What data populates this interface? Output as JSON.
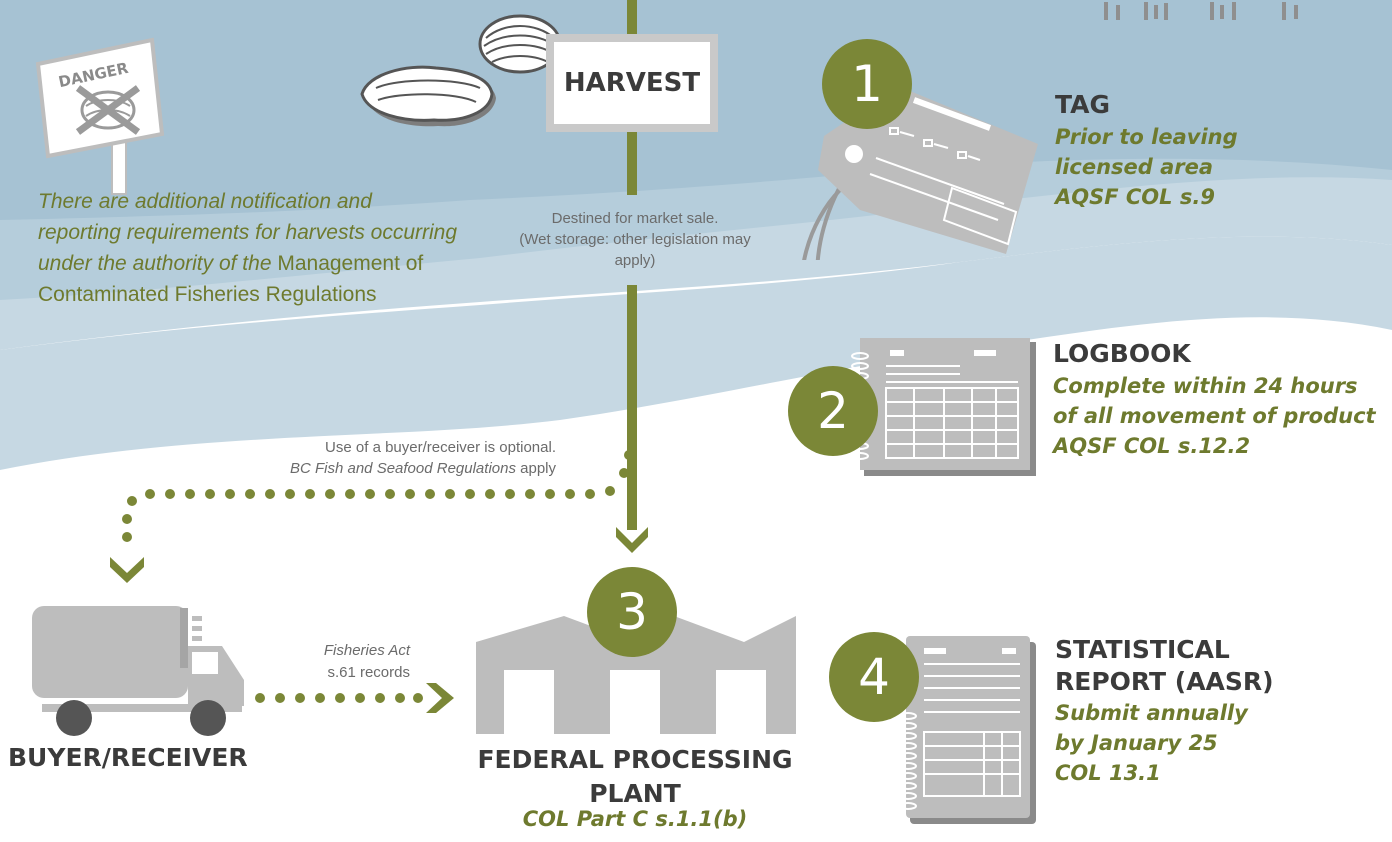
{
  "colors": {
    "water_light": "#c5d7e2",
    "water_mid": "#b2cad8",
    "water_dark": "#a3bfd0",
    "accent_green": "#7b8737",
    "text_green": "#6e7a2e",
    "icon_gray": "#bdbdbd"
  },
  "harvest": {
    "label": "HARVEST"
  },
  "danger_sign": {
    "label": "DANGER"
  },
  "notes": {
    "contaminated_italic_lead": "There are additional notification and reporting requirements for harvests occurring under the authority of the",
    "contaminated_regular_tail": "Management of Contaminated Fisheries Regulations",
    "market_sale": "Destined for market sale.",
    "wet_storage": "(Wet storage: other legislation may apply)",
    "buyer_optional": "Use of a buyer/receiver is optional.",
    "bc_regs_italic": "BC Fish and Seafood Regulations",
    "bc_regs_tail": "apply",
    "fisheries_act_italic": "Fisheries Act",
    "fisheries_act_tail": "s.61 records"
  },
  "steps": [
    {
      "number": "1",
      "title": "TAG",
      "lines": [
        "Prior to leaving",
        "licensed area",
        "AQSF COL s.9"
      ]
    },
    {
      "number": "2",
      "title": "LOGBOOK",
      "lines": [
        "Complete within 24 hours",
        "of all movement of product",
        "AQSF COL s.12.2"
      ]
    },
    {
      "number": "3",
      "title_line1": "FEDERAL PROCESSING",
      "title_line2": "PLANT",
      "reference": "COL Part C s.1.1(b)"
    },
    {
      "number": "4",
      "title_line1": "STATISTICAL",
      "title_line2": "REPORT (AASR)",
      "lines": [
        "Submit annually",
        "by January 25",
        "COL 13.1"
      ]
    }
  ],
  "buyer": {
    "label": "BUYER/RECEIVER"
  }
}
